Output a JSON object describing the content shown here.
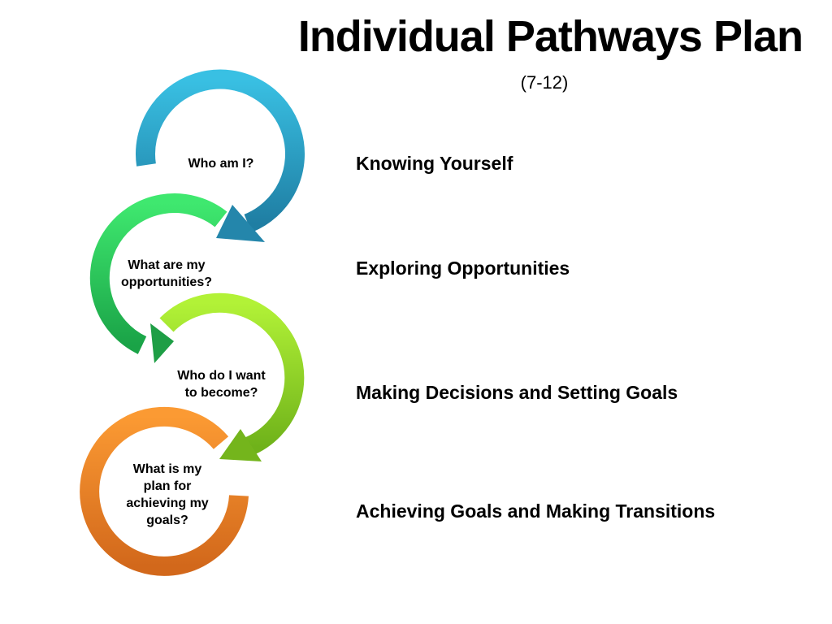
{
  "title": "Individual Pathways Plan",
  "subtitle": "(7-12)",
  "stages": [
    {
      "question": "Who am I?",
      "label": "Knowing Yourself",
      "color": "#2aa6cf"
    },
    {
      "question": "What are my\nopportunities?",
      "label": "Exploring Opportunities",
      "color": "#27c45e"
    },
    {
      "question": "Who do I want\nto become?",
      "label": "Making Decisions and Setting Goals",
      "color": "#8ccf1e"
    },
    {
      "question": "What is my\nplan for\nachieving my\ngoals?",
      "label": "Achieving Goals and Making Transitions",
      "color": "#ea7f22"
    }
  ]
}
